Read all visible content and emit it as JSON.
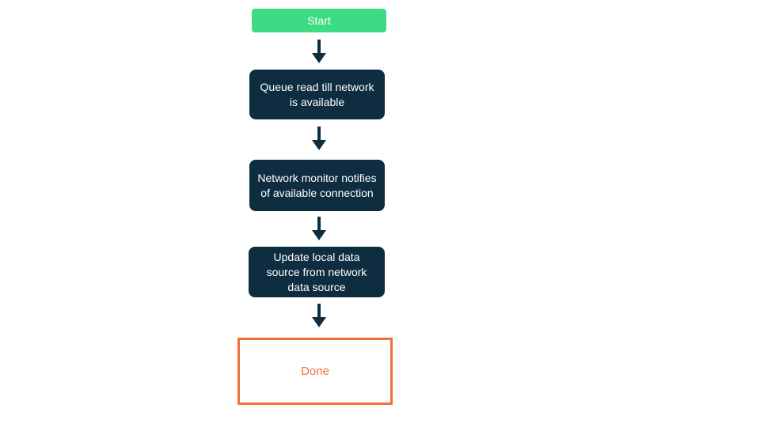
{
  "diagram": {
    "type": "flowchart",
    "direction": "top-down",
    "nodes": [
      {
        "id": "start",
        "kind": "start",
        "label": "Start",
        "fill": "#3ddc84",
        "text_color": "#ffffff"
      },
      {
        "id": "queue-read",
        "kind": "process",
        "label": "Queue read till network is available",
        "fill": "#0e2d40",
        "text_color": "#ffffff"
      },
      {
        "id": "network-monitor",
        "kind": "process",
        "label": "Network monitor notifies of available connection",
        "fill": "#0e2d40",
        "text_color": "#ffffff"
      },
      {
        "id": "update-local-data",
        "kind": "process",
        "label": "Update local data source from network data source",
        "fill": "#0e2d40",
        "text_color": "#ffffff"
      },
      {
        "id": "done",
        "kind": "terminal",
        "label": "Done",
        "fill": "#ffffff",
        "border_color": "#f1703c",
        "text_color": "#f1703c"
      }
    ],
    "edges": [
      {
        "from": "start",
        "to": "queue-read"
      },
      {
        "from": "queue-read",
        "to": "network-monitor"
      },
      {
        "from": "network-monitor",
        "to": "update-local-data"
      },
      {
        "from": "update-local-data",
        "to": "done"
      }
    ],
    "colors": {
      "background": "#ffffff",
      "arrow": "#0e2d40"
    }
  }
}
